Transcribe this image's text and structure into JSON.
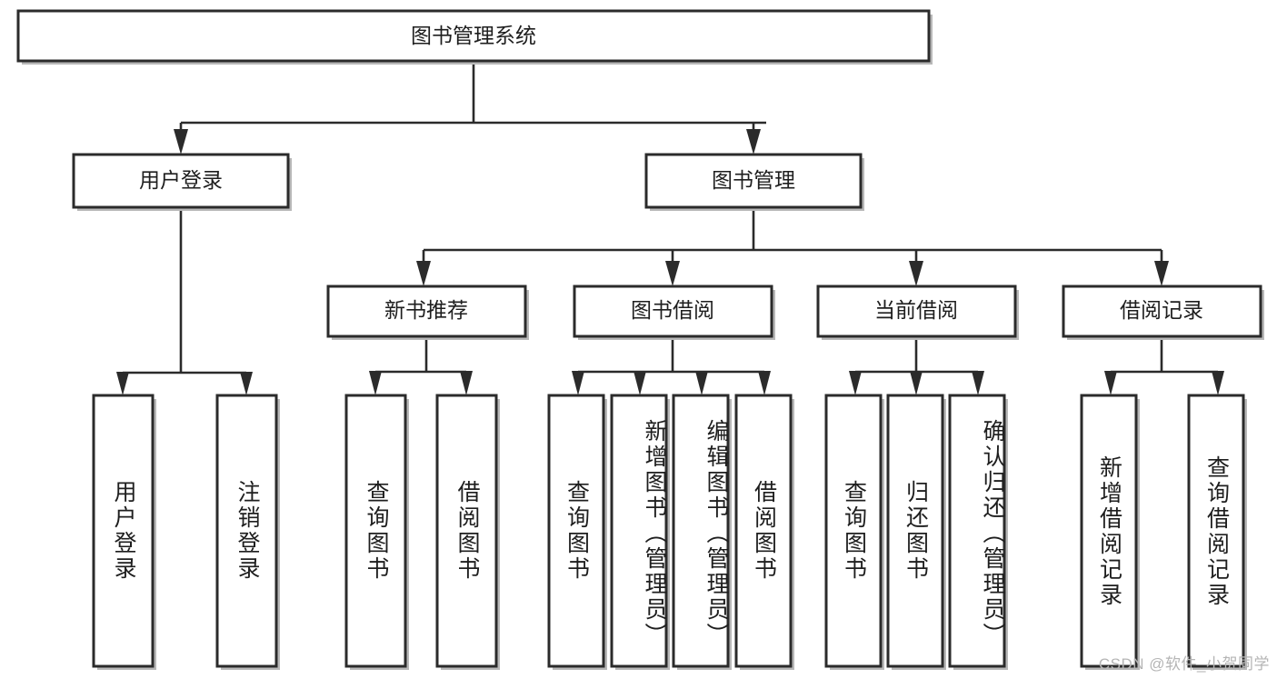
{
  "diagram": {
    "type": "tree-hierarchy-chart",
    "title": "图书管理系统",
    "orientation": "top-down",
    "colors": {
      "box_border": "#2b2b2b",
      "box_fill": "#ffffff",
      "connector": "#2b2b2b",
      "text": "#1e1e1e",
      "watermark": "#b5b5b5",
      "background": "#ffffff"
    },
    "root": {
      "id": "root",
      "label": "图书管理系统"
    },
    "level2": [
      {
        "id": "user-login",
        "label": "用户登录"
      },
      {
        "id": "book-management",
        "label": "图书管理"
      }
    ],
    "level3": [
      {
        "id": "new-book-recommend",
        "label": "新书推荐",
        "parent": "book-management"
      },
      {
        "id": "book-borrow",
        "label": "图书借阅",
        "parent": "book-management"
      },
      {
        "id": "current-borrow",
        "label": "当前借阅",
        "parent": "book-management"
      },
      {
        "id": "borrow-record",
        "label": "借阅记录",
        "parent": "book-management"
      }
    ],
    "leaves": {
      "user-login": [
        {
          "id": "leaf-user-login",
          "label": "用户登录"
        },
        {
          "id": "leaf-logout",
          "label": "注销登录"
        }
      ],
      "new-book-recommend": [
        {
          "id": "leaf-query-book-1",
          "label": "查询图书"
        },
        {
          "id": "leaf-borrow-book-1",
          "label": "借阅图书"
        }
      ],
      "book-borrow": [
        {
          "id": "leaf-query-book-2",
          "label": "查询图书"
        },
        {
          "id": "leaf-add-book",
          "label": "新增图书（管理员）"
        },
        {
          "id": "leaf-edit-book",
          "label": "编辑图书（管理员）"
        },
        {
          "id": "leaf-borrow-book-2",
          "label": "借阅图书"
        }
      ],
      "current-borrow": [
        {
          "id": "leaf-query-book-3",
          "label": "查询图书"
        },
        {
          "id": "leaf-return-book",
          "label": "归还图书"
        },
        {
          "id": "leaf-confirm-return",
          "label": "确认归还（管理员）"
        }
      ],
      "borrow-record": [
        {
          "id": "leaf-add-record",
          "label": "新增借阅记录"
        },
        {
          "id": "leaf-query-record",
          "label": "查询借阅记录"
        }
      ]
    }
  },
  "watermark": {
    "text": "CSDN @软件_小贺同学"
  }
}
